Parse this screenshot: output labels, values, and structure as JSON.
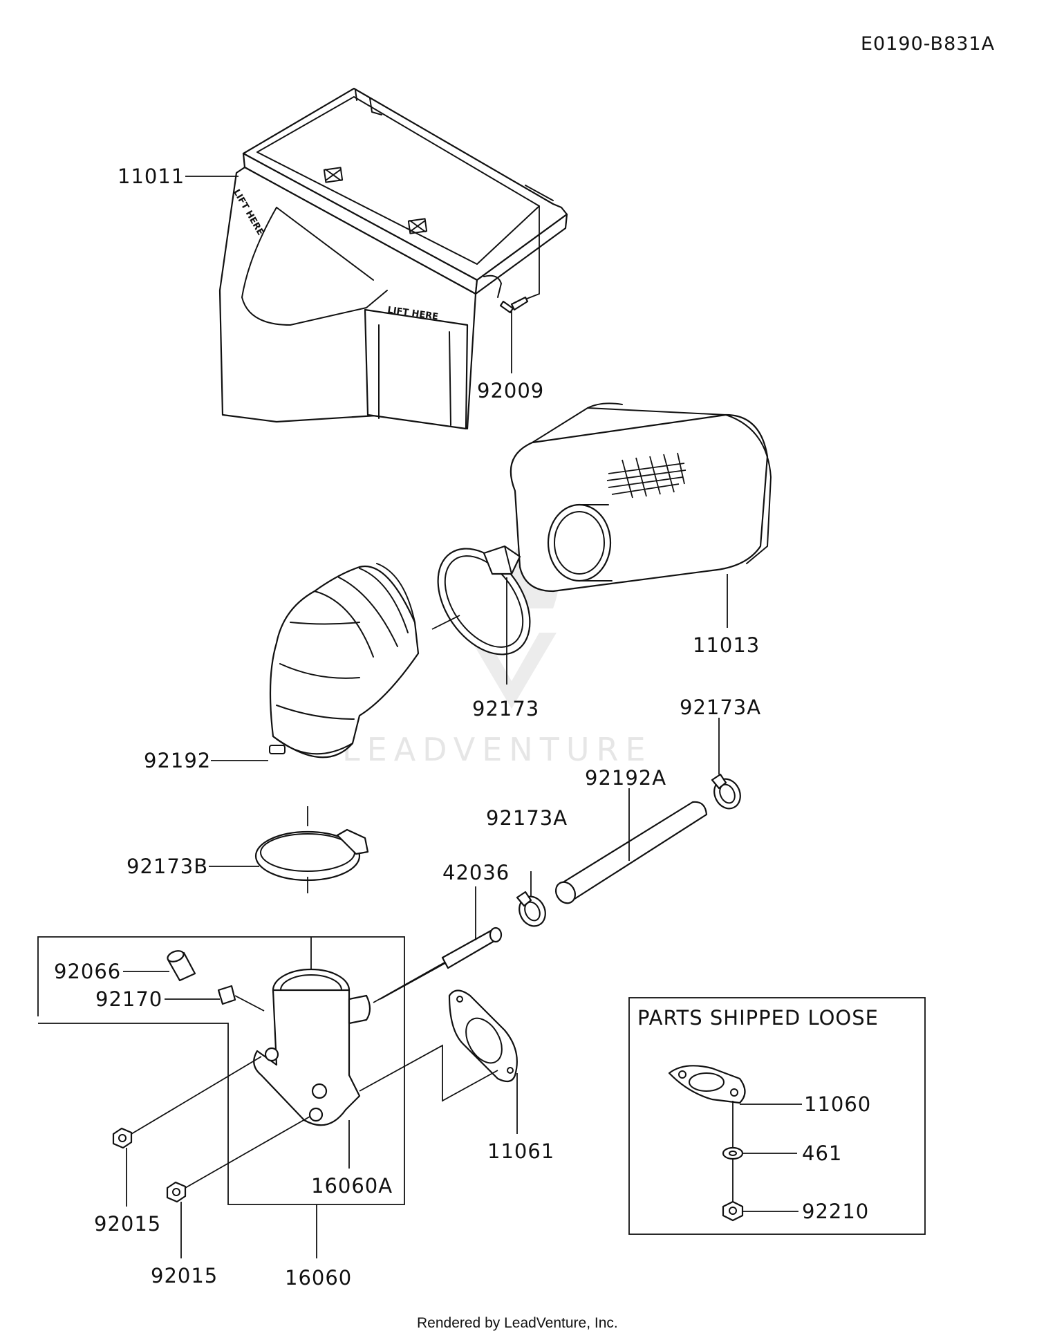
{
  "diagram": {
    "code": "E0190-B831A",
    "footer": "Rendered by LeadVenture, Inc.",
    "watermark": "LEADVENTURE",
    "embossed_text": "LIFT HERE",
    "loose_box_title": "PARTS SHIPPED LOOSE",
    "callouts": [
      {
        "label": "11011"
      },
      {
        "label": "92009"
      },
      {
        "label": "11013"
      },
      {
        "label": "92173"
      },
      {
        "label": "92173A"
      },
      {
        "label": "92192"
      },
      {
        "label": "92192A"
      },
      {
        "label": "92173A"
      },
      {
        "label": "92173B"
      },
      {
        "label": "42036"
      },
      {
        "label": "92066"
      },
      {
        "label": "92170"
      },
      {
        "label": "11061"
      },
      {
        "label": "16060A"
      },
      {
        "label": "92015"
      },
      {
        "label": "92015"
      },
      {
        "label": "16060"
      }
    ],
    "loose_callouts": [
      {
        "label": "11060"
      },
      {
        "label": "461"
      },
      {
        "label": "92210"
      }
    ]
  }
}
